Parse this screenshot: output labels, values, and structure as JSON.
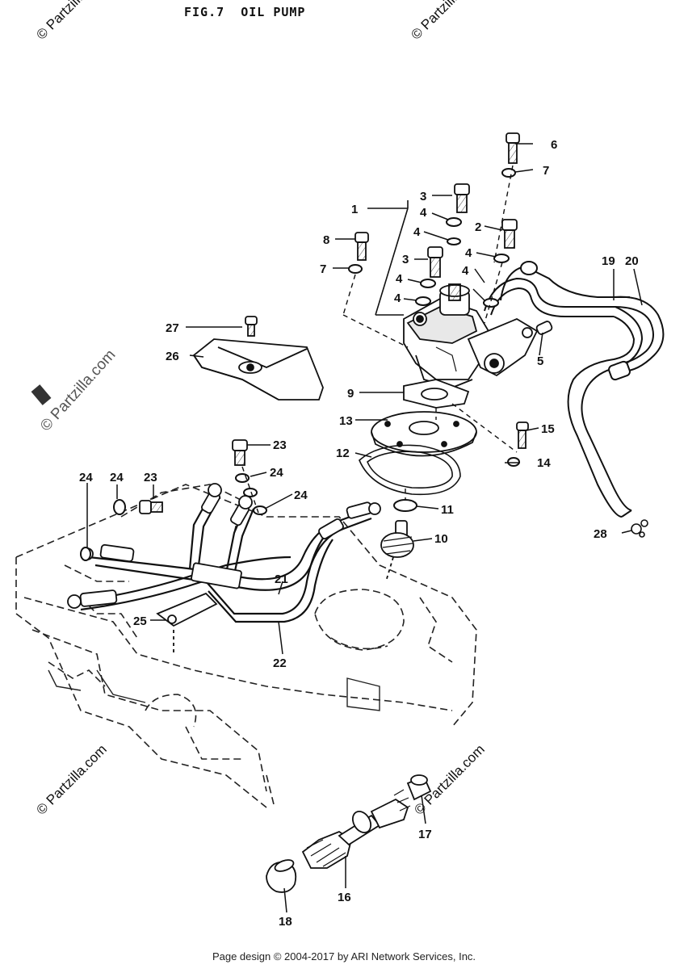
{
  "figure": {
    "title": "FIG.7  OIL PUMP"
  },
  "watermark": {
    "text": "© Partzilla.com"
  },
  "callouts": [
    {
      "id": "c1",
      "label": "1"
    },
    {
      "id": "c2",
      "label": "2"
    },
    {
      "id": "c3a",
      "label": "3"
    },
    {
      "id": "c3b",
      "label": "3"
    },
    {
      "id": "c4a",
      "label": "4"
    },
    {
      "id": "c4b",
      "label": "4"
    },
    {
      "id": "c4c",
      "label": "4"
    },
    {
      "id": "c4d",
      "label": "4"
    },
    {
      "id": "c4e",
      "label": "4"
    },
    {
      "id": "c4f",
      "label": "4"
    },
    {
      "id": "c5",
      "label": "5"
    },
    {
      "id": "c6",
      "label": "6"
    },
    {
      "id": "c7a",
      "label": "7"
    },
    {
      "id": "c7b",
      "label": "7"
    },
    {
      "id": "c8",
      "label": "8"
    },
    {
      "id": "c9",
      "label": "9"
    },
    {
      "id": "c10",
      "label": "10"
    },
    {
      "id": "c11",
      "label": "11"
    },
    {
      "id": "c12",
      "label": "12"
    },
    {
      "id": "c13",
      "label": "13"
    },
    {
      "id": "c14",
      "label": "14"
    },
    {
      "id": "c15",
      "label": "15"
    },
    {
      "id": "c16",
      "label": "16"
    },
    {
      "id": "c17",
      "label": "17"
    },
    {
      "id": "c18",
      "label": "18"
    },
    {
      "id": "c19",
      "label": "19"
    },
    {
      "id": "c20",
      "label": "20"
    },
    {
      "id": "c21",
      "label": "21"
    },
    {
      "id": "c22",
      "label": "22"
    },
    {
      "id": "c23a",
      "label": "23"
    },
    {
      "id": "c23b",
      "label": "23"
    },
    {
      "id": "c24a",
      "label": "24"
    },
    {
      "id": "c24b",
      "label": "24"
    },
    {
      "id": "c24c",
      "label": "24"
    },
    {
      "id": "c24d",
      "label": "24"
    },
    {
      "id": "c25",
      "label": "25"
    },
    {
      "id": "c26",
      "label": "26"
    },
    {
      "id": "c27",
      "label": "27"
    },
    {
      "id": "c28",
      "label": "28"
    }
  ],
  "footer": {
    "text": "Page design © 2004-2017 by ARI Network Services, Inc."
  }
}
